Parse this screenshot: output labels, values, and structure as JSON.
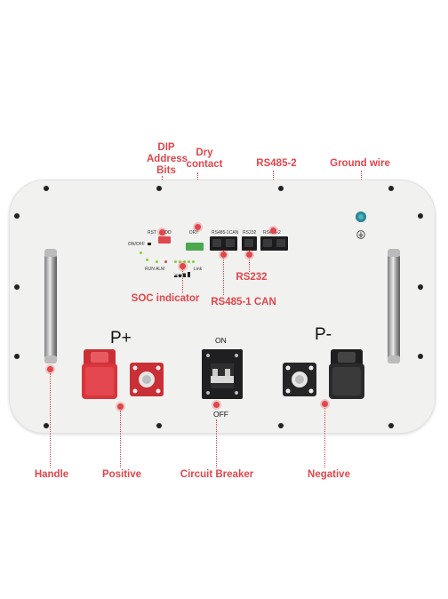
{
  "callouts": {
    "dip_address_bits": [
      "DIP",
      "Address",
      "Bits"
    ],
    "dry_contact": [
      "Dry",
      "contact"
    ],
    "rs485_2": "RS485-2",
    "ground_wire": "Ground wire",
    "soc_indicator": "SOC indicator",
    "rs232": "RS232",
    "rs485_1_can": "RS485-1 CAN",
    "handle": "Handle",
    "positive": "Positive",
    "circuit_breaker": "Circuit Breaker",
    "negative": "Negative"
  },
  "panel_labels": {
    "rst": "RST",
    "add": "ADD",
    "on_off": "ON/OFF",
    "dry": "DRY",
    "rs485_1_can": "RS485-1CAN",
    "rs232": "RS232",
    "rs485_2": "RS485-2",
    "run_alm": "RUN ALM",
    "link": "Link",
    "soc": "SOC",
    "positive_symbol": "P+",
    "negative_symbol": "P-",
    "breaker_on": "ON",
    "breaker_off": "OFF"
  },
  "colors": {
    "accent": "#e0464b",
    "positive_terminal": "#d8353c",
    "negative_terminal": "#2a2a2a",
    "led_green": "#7fd13b"
  },
  "icons": {
    "ground": "ground-symbol-icon"
  }
}
